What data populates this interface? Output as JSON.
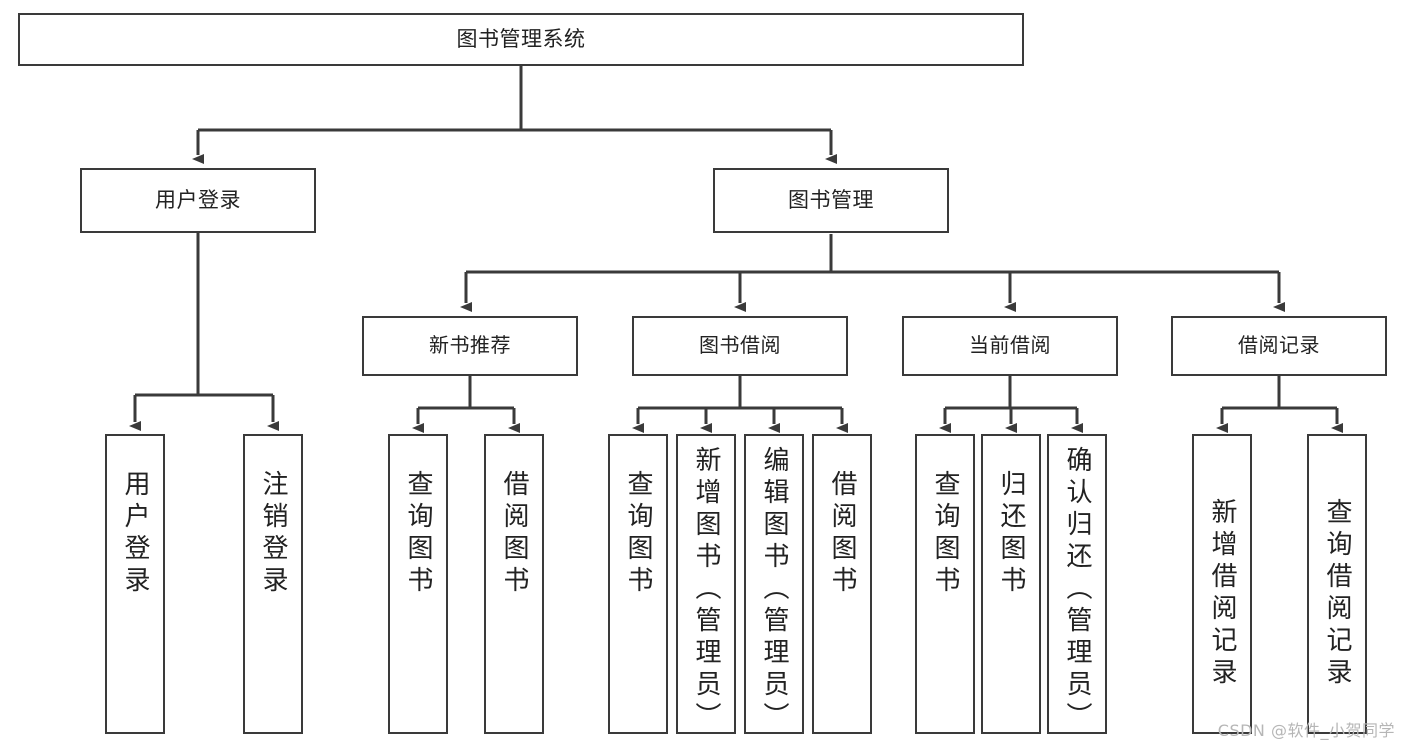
{
  "diagram": {
    "type": "tree",
    "title": "图书管理系统",
    "root": {
      "label": "图书管理系统"
    },
    "level2": [
      {
        "label": "用户登录"
      },
      {
        "label": "图书管理"
      }
    ],
    "level3": [
      {
        "label": "新书推荐"
      },
      {
        "label": "图书借阅"
      },
      {
        "label": "当前借阅"
      },
      {
        "label": "借阅记录"
      }
    ],
    "leaves": {
      "user_login": [
        {
          "label": "用户登录"
        },
        {
          "label": "注销登录"
        }
      ],
      "new_book_recommend": [
        {
          "label": "查询图书"
        },
        {
          "label": "借阅图书"
        }
      ],
      "book_borrow": [
        {
          "label": "查询图书"
        },
        {
          "label": "新增图书（管理员）"
        },
        {
          "label": "编辑图书（管理员）"
        },
        {
          "label": "借阅图书"
        }
      ],
      "current_borrow": [
        {
          "label": "查询图书"
        },
        {
          "label": "归还图书"
        },
        {
          "label": "确认归还（管理员）"
        }
      ],
      "borrow_record": [
        {
          "label": "新增借阅记录"
        },
        {
          "label": "查询借阅记录"
        }
      ]
    },
    "watermark": "CSDN @软件_小贺同学",
    "colors": {
      "stroke": "#3a3a3a",
      "fill": "#ffffff",
      "text": "#222222",
      "watermark": "#b6b6b6"
    }
  }
}
